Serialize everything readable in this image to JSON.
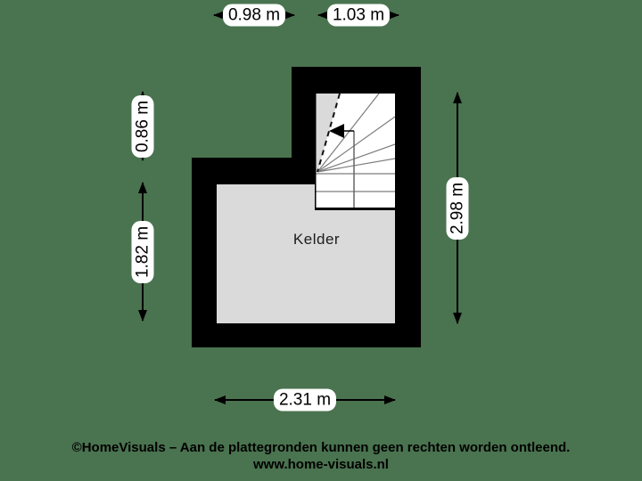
{
  "colors": {
    "background": "#4a734f",
    "wall": "#000000",
    "floor": "#d9dad9",
    "stair_floor": "#ffffff",
    "tread_line": "#7d7d7d",
    "dim_label_bg": "#ffffff",
    "dim_text": "#000000",
    "footer_text": "#000000"
  },
  "plan": {
    "room_label": "Kelder"
  },
  "dimensions": {
    "top": [
      {
        "label": "0.98 m"
      },
      {
        "label": "1.03 m"
      }
    ],
    "left": [
      {
        "label": "0.86 m"
      },
      {
        "label": "1.82 m"
      }
    ],
    "right": [
      {
        "label": "2.98 m"
      }
    ],
    "bottom": [
      {
        "label": "2.31 m"
      }
    ]
  },
  "footer": {
    "line1": "©HomeVisuals – Aan de plattegronden kunnen geen rechten worden ontleend.",
    "line2": "www.home-visuals.nl"
  }
}
